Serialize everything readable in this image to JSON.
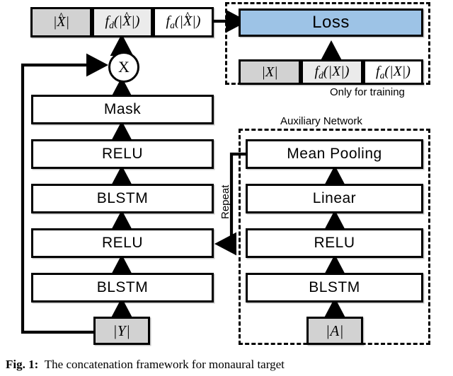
{
  "figure": {
    "caption_prefix": "Fig. 1",
    "caption_sep": ":",
    "caption_text": "The concatenation framework for monaural target"
  },
  "output_concat": {
    "name": "output-concatenation-bar",
    "cells": [
      {
        "id": "xhat-mag",
        "text": "|X̂|",
        "fill": "grey"
      },
      {
        "id": "fd-xhat",
        "text": "f_d(|X̂|)",
        "fill": "lightgrey"
      },
      {
        "id": "fa-xhat",
        "text": "f_a(|X̂|)",
        "fill": "white"
      }
    ]
  },
  "multiply": {
    "symbol": "X",
    "name": "multiply-node"
  },
  "training_group": {
    "legend": "Only for training",
    "loss": {
      "label": "Loss",
      "color": "#9dc3e6"
    },
    "target_concat": {
      "cells": [
        {
          "id": "x-mag",
          "text": "|X|",
          "fill": "grey"
        },
        {
          "id": "fd-x",
          "text": "f_d(|X|)",
          "fill": "lightgrey"
        },
        {
          "id": "fa-x",
          "text": "f_a(|X|)",
          "fill": "white"
        }
      ]
    }
  },
  "main_network": {
    "blocks": [
      {
        "id": "mask",
        "label": "Mask"
      },
      {
        "id": "relu2",
        "label": "RELU"
      },
      {
        "id": "blstm2",
        "label": "BLSTM"
      },
      {
        "id": "relu1",
        "label": "RELU"
      },
      {
        "id": "blstm1",
        "label": "BLSTM"
      }
    ],
    "input": {
      "id": "y-mag",
      "label": "|Y|"
    }
  },
  "auxiliary_network": {
    "title": "Auxiliary Network",
    "blocks": [
      {
        "id": "mean-pooling",
        "label": "Mean Pooling"
      },
      {
        "id": "linear",
        "label": "Linear"
      },
      {
        "id": "aux-relu",
        "label": "RELU"
      },
      {
        "id": "aux-blstm",
        "label": "BLSTM"
      }
    ],
    "input": {
      "id": "a-mag",
      "label": "|A|"
    },
    "repeat_label": "Repeat"
  },
  "colors": {
    "stroke": "#000000",
    "background": "#ffffff",
    "grey_fill": "#d2d2d2",
    "light_grey_fill": "#ebebeb",
    "loss_blue": "#9dc3e6"
  }
}
